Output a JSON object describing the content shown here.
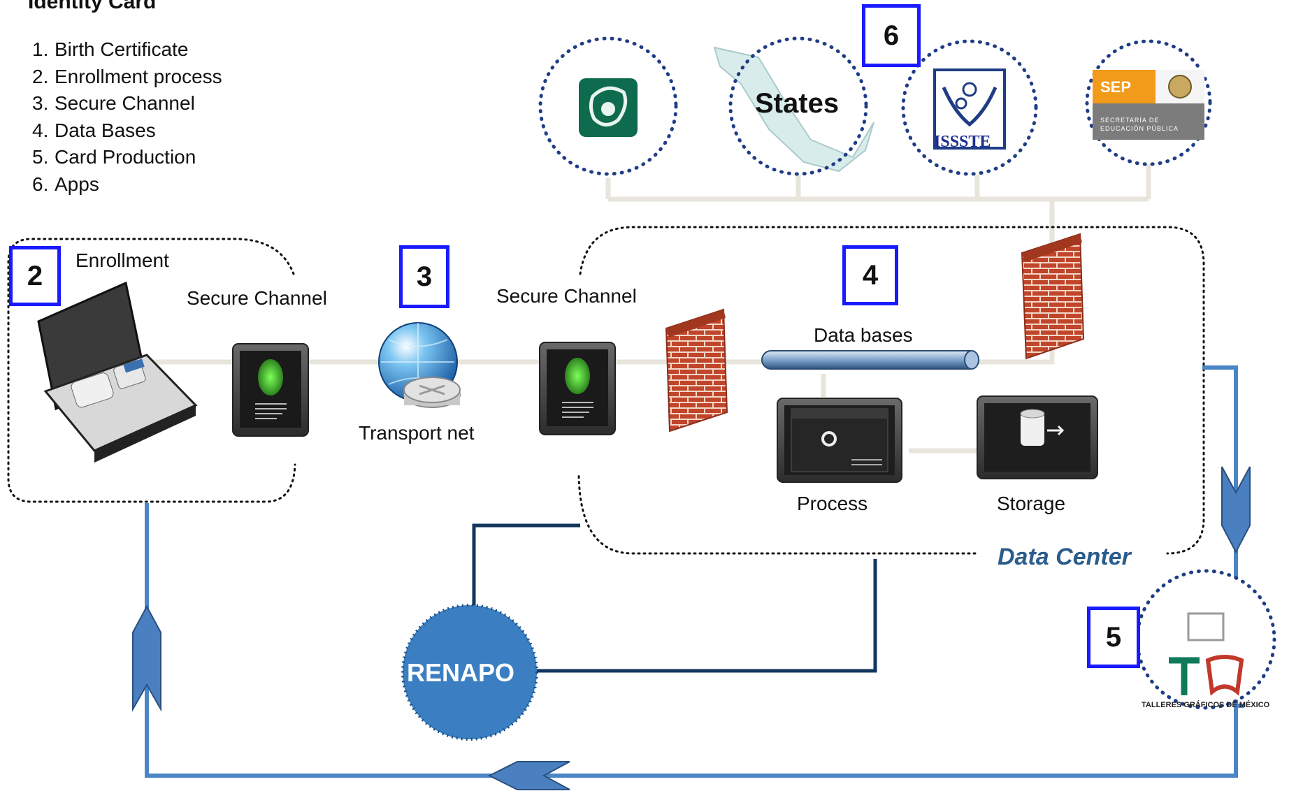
{
  "title": "Identity Card",
  "legend": [
    {
      "num": "1.",
      "text": "Birth Certificate"
    },
    {
      "num": "2.",
      "text": "Enrollment process"
    },
    {
      "num": "3.",
      "text": "Secure Channel"
    },
    {
      "num": "4.",
      "text": "Data Bases"
    },
    {
      "num": "5.",
      "text": "Card Production"
    },
    {
      "num": "6.",
      "text": "Apps"
    }
  ],
  "badges": {
    "b2": "2",
    "b3": "3",
    "b4": "4",
    "b5": "5",
    "b6": "6"
  },
  "labels": {
    "enrollment": "Enrollment",
    "secure_channel_left": "Secure Channel",
    "secure_channel_right": "Secure Channel",
    "transport_net": "Transport net",
    "data_bases": "Data bases",
    "process": "Process",
    "storage": "Storage",
    "data_center": "Data Center",
    "renapo": "RENAPO",
    "states": "States",
    "issste": "ISSSTE",
    "sep": "SEP",
    "sep_subtitle_1": "SECRETARÍA DE",
    "sep_subtitle_2": "EDUCACIÓN PÚBLICA",
    "talleres": "TALLERES GRÁFICOS DE MÉXICO"
  },
  "colors": {
    "badge_border": "#1a1aff",
    "flow_line": "#4a86c5",
    "renapo_fill": "#3b7fc2",
    "data_center_text": "#2b5c8c",
    "brick": "#c0452a"
  }
}
